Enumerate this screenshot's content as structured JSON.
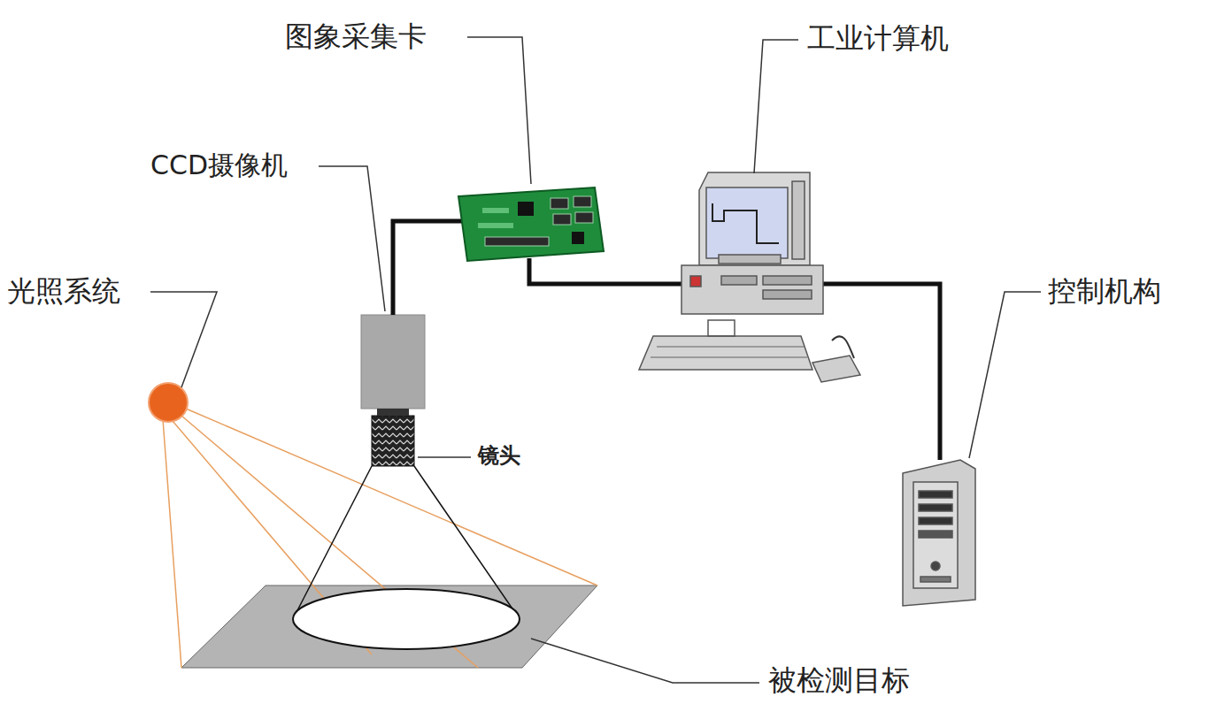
{
  "diagram": {
    "labels": [
      "图象采集卡",
      "工业计算机",
      "CCD摄像机",
      "光照系统",
      "镜头",
      "控制机构",
      "被检测目标"
    ]
  }
}
